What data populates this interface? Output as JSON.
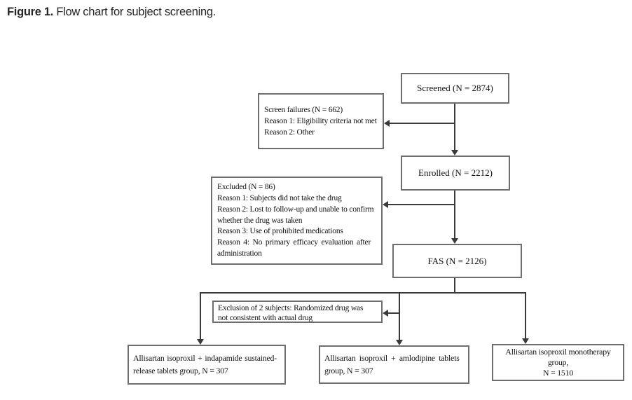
{
  "figure": {
    "label": "Figure 1.",
    "caption": " Flow chart for subject screening."
  },
  "palette": {
    "box_border": "#6e6e6e",
    "line": "#3a3a3a",
    "text": "#111111",
    "title": "#262626",
    "background": "#ffffff"
  },
  "nodes": {
    "screened": {
      "label": "Screened (N = 2874)"
    },
    "screen_failures": {
      "lines": [
        "Screen failures (N = 662)",
        "Reason 1: Eligibility criteria not met",
        "Reason 2: Other"
      ]
    },
    "enrolled": {
      "label": "Enrolled (N = 2212)"
    },
    "excluded": {
      "lines": [
        "Excluded (N = 86)",
        "Reason 1: Subjects did not take the drug",
        "Reason 2: Lost to follow-up and unable to confirm",
        "whether the drug was taken",
        "Reason 3: Use of prohibited medications",
        "Reason 4: No primary efficacy evaluation after",
        "administration"
      ]
    },
    "fas": {
      "label": "FAS (N = 2126)"
    },
    "exclusion_two_subjects": {
      "lines": [
        "Exclusion of 2 subjects: Randomized drug was",
        "not consistent with actual drug"
      ]
    },
    "group_indapamide": {
      "lines": [
        "Allisartan isoproxil + indapamide sustained-",
        "release tablets group, N = 307"
      ]
    },
    "group_amlodipine": {
      "lines": [
        "Allisartan isoproxil + amlodipine tablets",
        "group, N = 307"
      ]
    },
    "group_monotherapy": {
      "lines": [
        "Allisartan isoproxil monotherapy",
        "group,",
        "N = 1510"
      ]
    }
  }
}
